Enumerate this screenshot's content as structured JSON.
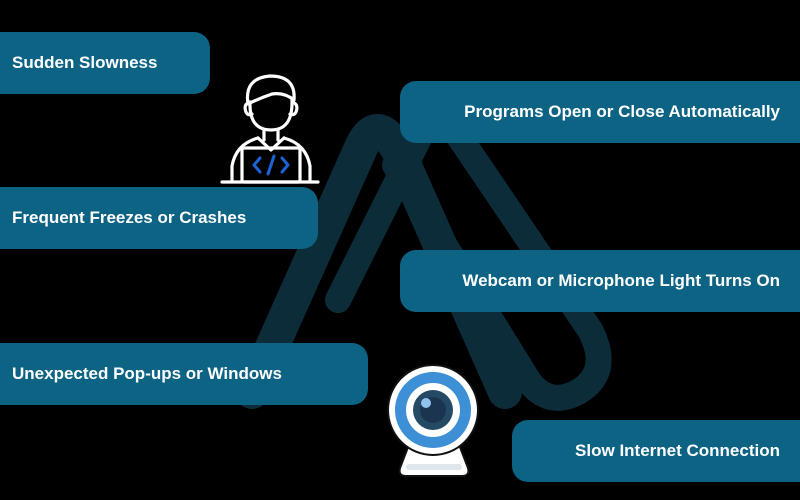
{
  "items": [
    {
      "label": "Sudden Slowness"
    },
    {
      "label": "Programs Open or Close Automatically"
    },
    {
      "label": "Frequent Freezes or Crashes"
    },
    {
      "label": "Webcam or Microphone Light Turns On"
    },
    {
      "label": "Unexpected Pop-ups or Windows"
    },
    {
      "label": "Slow Internet Connection"
    }
  ],
  "icons": {
    "developer": "developer-laptop-icon",
    "webcam": "webcam-icon",
    "background": "background-logo"
  },
  "colors": {
    "background": "#000000",
    "pill": "#0d6384",
    "text": "#ffffff",
    "logo": "#0b2a36",
    "webcam_blue": "#3d8fd6",
    "code_blue": "#1e63d6"
  }
}
